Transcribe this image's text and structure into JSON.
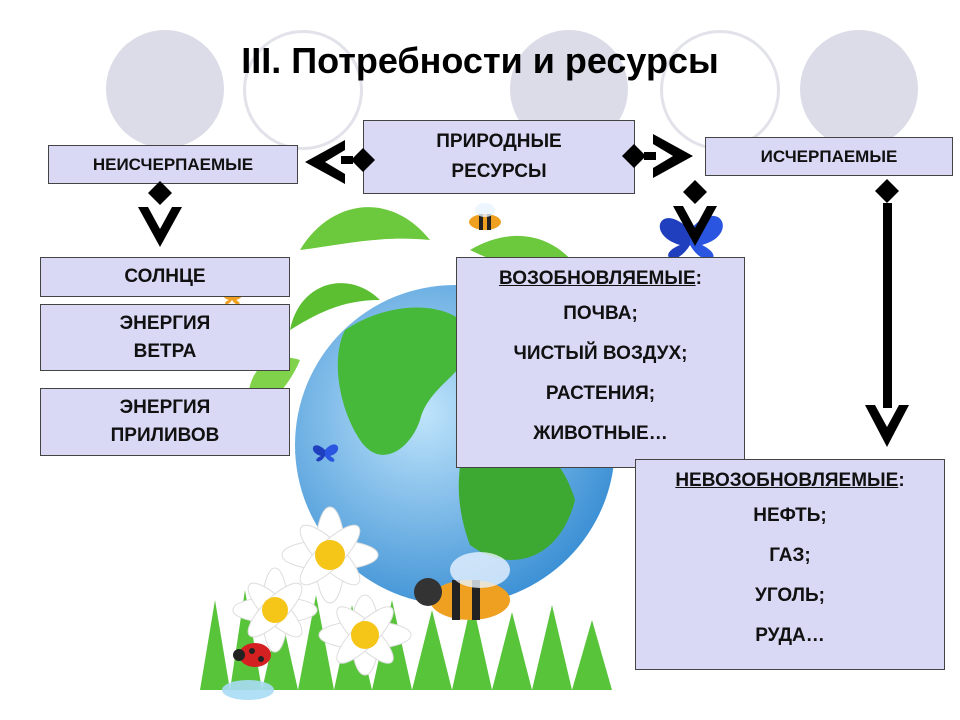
{
  "title": "III. Потребности и ресурсы",
  "nodes": {
    "natural": [
      "ПРИРОДНЫЕ",
      "РЕСУРСЫ"
    ],
    "inexhaustible": "НЕИСЧЕРПАЕМЫЕ",
    "exhaustible": "ИСЧЕРПАЕМЫЕ",
    "sun": "СОЛНЦЕ",
    "wind": [
      "ЭНЕРГИЯ",
      "ВЕТРА"
    ],
    "tides": [
      "ЭНЕРГИЯ",
      "ПРИЛИВОВ"
    ],
    "renewable": {
      "heading": "ВОЗОБНОВЛЯЕМЫЕ",
      "items": [
        "ПОЧВА;",
        "ЧИСТЫЙ ВОЗДУХ;",
        "РАСТЕНИЯ;",
        "ЖИВОТНЫЕ…"
      ]
    },
    "nonrenewable": {
      "heading": "НЕВОЗОБНОВЛЯЕМЫЕ",
      "items": [
        "НЕФТЬ;",
        "ГАЗ;",
        "УГОЛЬ;",
        "РУДА…"
      ]
    }
  },
  "colors": {
    "box_fill": "#d9d9f6",
    "arrow": "#000000",
    "globe_ocean": "#5aa8e0",
    "land": "#46b83a",
    "leaf": "#6cc83c"
  }
}
